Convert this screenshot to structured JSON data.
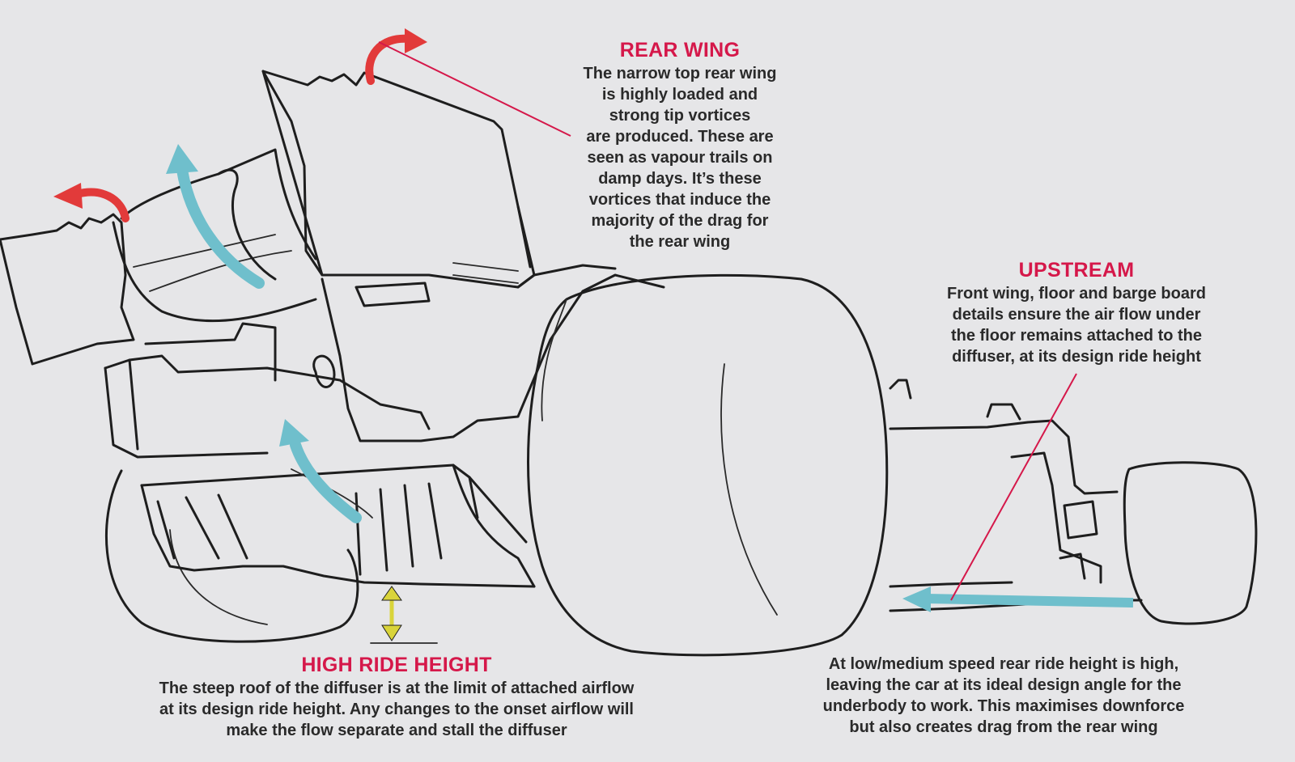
{
  "annotations": {
    "rear_wing": {
      "title": "REAR WING",
      "body": "The narrow top rear wing\nis highly loaded and\nstrong tip vortices\nare produced. These are\nseen as vapour trails on\ndamp days. It’s these\nvortices that induce the\nmajority of the drag for\nthe rear wing"
    },
    "upstream": {
      "title": "UPSTREAM",
      "body": "Front wing, floor and barge board\ndetails ensure the air flow under\nthe floor remains attached to the\ndiffuser, at its design ride height"
    },
    "high_ride_height": {
      "title": "HIGH RIDE HEIGHT",
      "body": "The steep roof of the diffuser is at the limit of attached airflow\nat its design ride height. Any changes to the onset airflow will\nmake the flow separate and stall the diffuser"
    },
    "low_medium_speed": {
      "body": "At low/medium speed rear ride height is high,\nleaving the car at its ideal design angle for the\nunderbody to work. This maximises downforce\nbut also creates drag from the rear wing"
    }
  },
  "colors": {
    "background": "#e6e6e8",
    "heading": "#d5184a",
    "vortex_arrow": "#e23a3a",
    "airflow_arrow": "#6fbfcc",
    "ride_height_arrow": "#d9d43a",
    "leader_line": "#d5184a",
    "ink": "#1e1e1e"
  }
}
